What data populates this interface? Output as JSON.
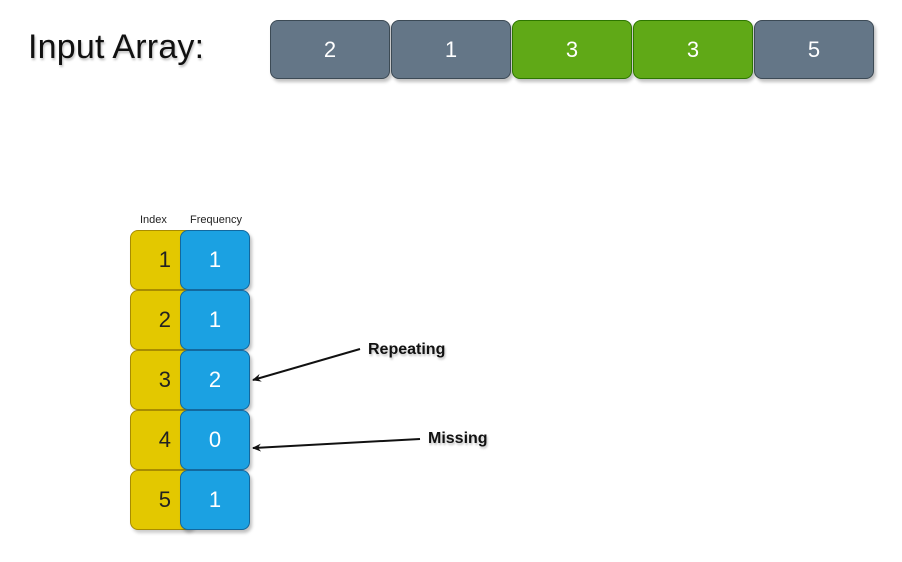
{
  "title": "Input Array:",
  "colors": {
    "cell_default": "#647687",
    "cell_highlight": "#60a917",
    "index_fill": "#e3c800",
    "freq_fill": "#1ba1e2"
  },
  "input_array": [
    {
      "value": "2",
      "highlight": false
    },
    {
      "value": "1",
      "highlight": false
    },
    {
      "value": "3",
      "highlight": true
    },
    {
      "value": "3",
      "highlight": true
    },
    {
      "value": "5",
      "highlight": false
    }
  ],
  "table": {
    "header_index": "Index",
    "header_frequency": "Frequency",
    "rows": [
      {
        "index": "1",
        "frequency": "1"
      },
      {
        "index": "2",
        "frequency": "1"
      },
      {
        "index": "3",
        "frequency": "2"
      },
      {
        "index": "4",
        "frequency": "0"
      },
      {
        "index": "5",
        "frequency": "1"
      }
    ]
  },
  "annotations": {
    "repeating": "Repeating",
    "missing": "Missing"
  }
}
